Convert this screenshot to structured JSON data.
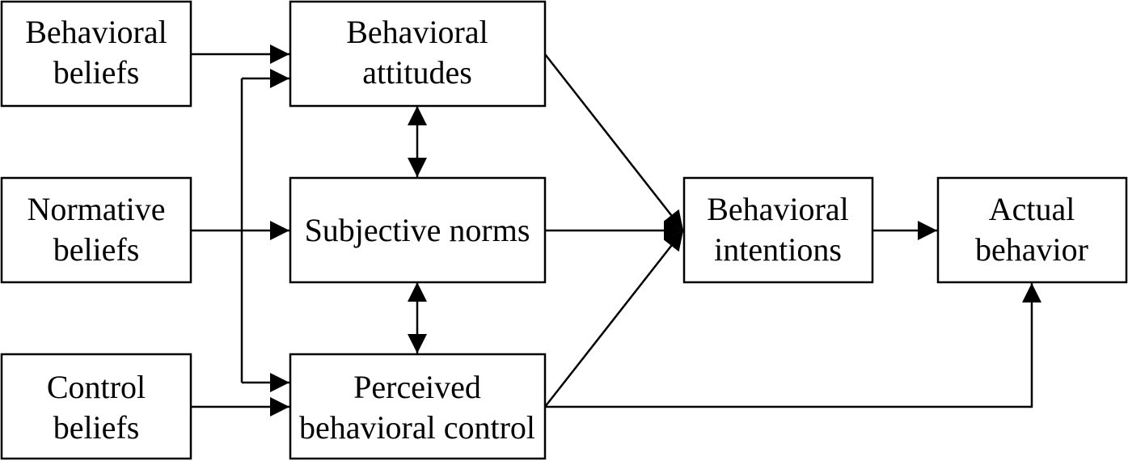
{
  "nodes": {
    "behavioral_beliefs": [
      "Behavioral",
      "beliefs"
    ],
    "normative_beliefs": [
      "Normative",
      "beliefs"
    ],
    "control_beliefs": [
      "Control",
      "beliefs"
    ],
    "behavioral_attitudes": [
      "Behavioral",
      "attitudes"
    ],
    "subjective_norms": [
      "Subjective norms"
    ],
    "perceived_behavioral_control": [
      "Perceived",
      "behavioral control"
    ],
    "behavioral_intentions": [
      "Behavioral",
      "intentions"
    ],
    "actual_behavior": [
      "Actual",
      "behavior"
    ]
  },
  "colors": {
    "stroke": "#000000",
    "fill": "#ffffff",
    "text": "#000000"
  }
}
